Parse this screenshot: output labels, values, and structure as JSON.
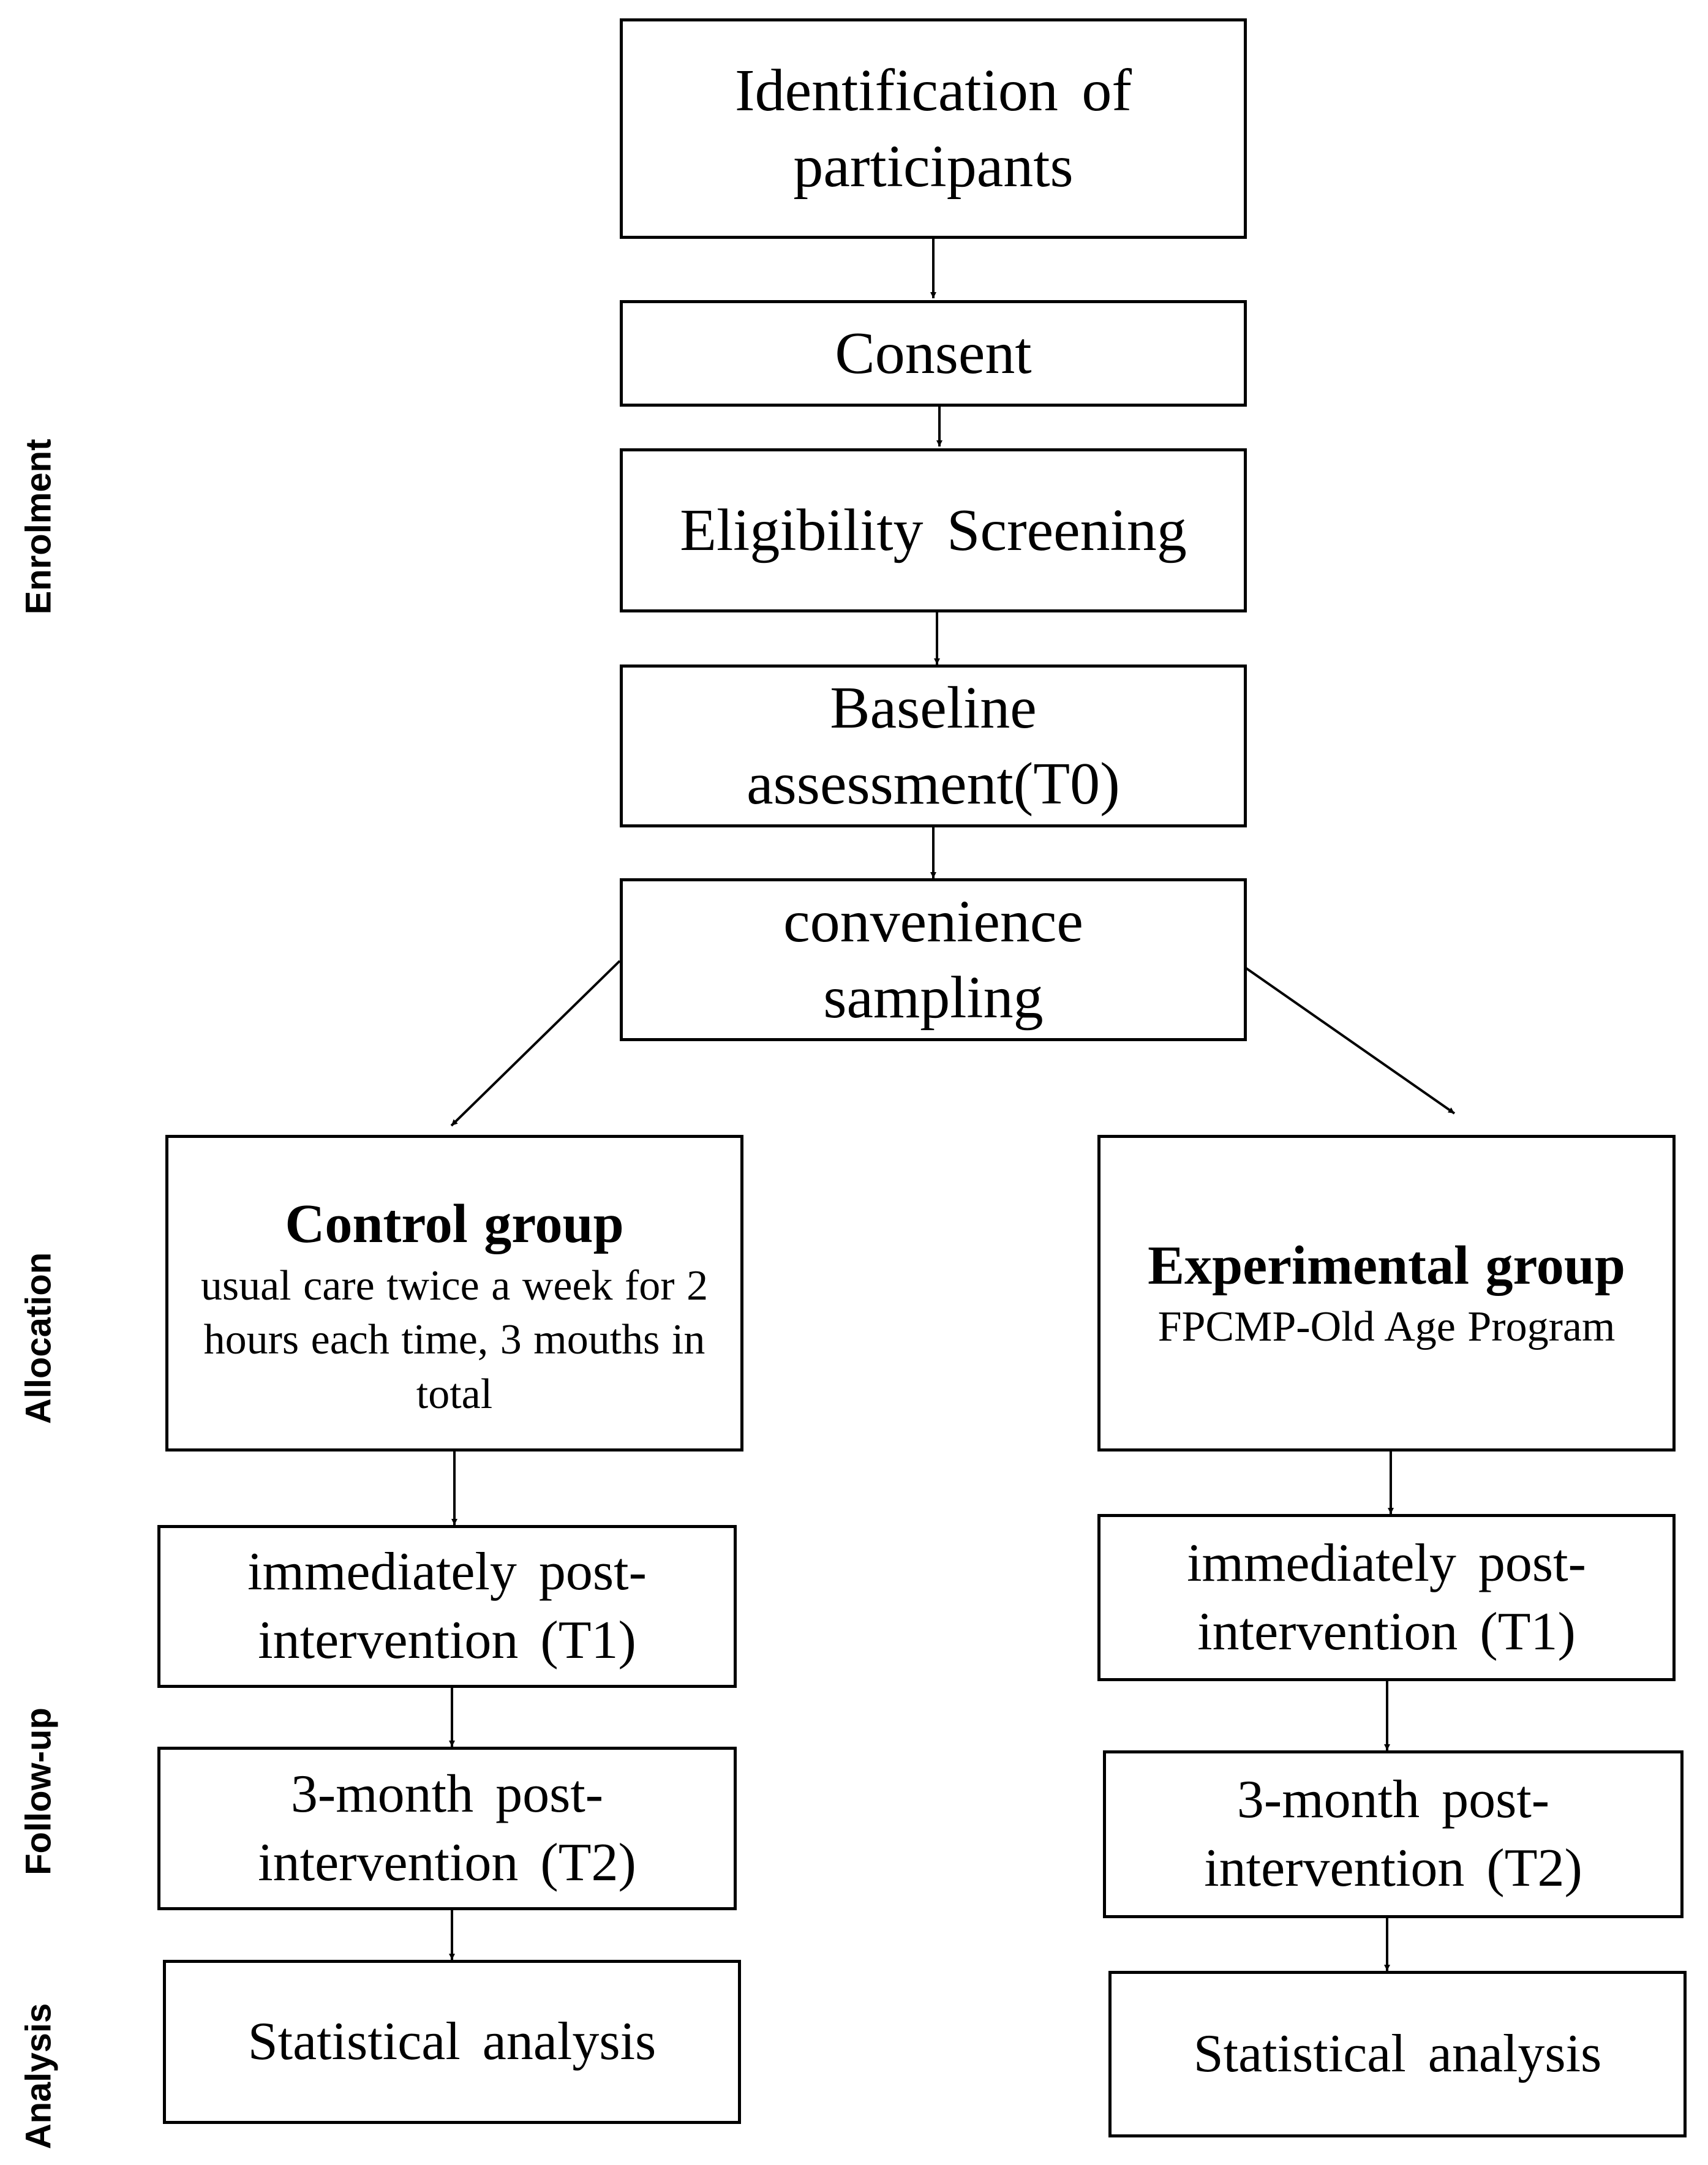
{
  "phases": {
    "enrolment": "Enrolment",
    "allocation": "Allocation",
    "follow_up": "Follow-up",
    "analysis": "Analysis"
  },
  "enrolment": {
    "identification": [
      "Identification of",
      "participants"
    ],
    "consent": "Consent",
    "eligibility": "Eligibility Screening",
    "baseline": [
      "Baseline",
      "assessment(T0)"
    ],
    "sampling": [
      "convenience",
      "sampling"
    ]
  },
  "control": {
    "title": "Control group",
    "description": [
      "usual care twice a week for 2",
      "hours each time, 3 mouths in",
      "total"
    ],
    "t1": [
      "immediately post-",
      "intervention (T1)"
    ],
    "t2": [
      "3-month post-",
      "intervention (T2)"
    ],
    "analysis": "Statistical analysis"
  },
  "experimental": {
    "title": "Experimental group",
    "description": "FPCMP-Old Age Program",
    "t1": [
      "immediately post-",
      "intervention (T1)"
    ],
    "t2": [
      "3-month post-",
      "intervention (T2)"
    ],
    "analysis": "Statistical analysis"
  }
}
